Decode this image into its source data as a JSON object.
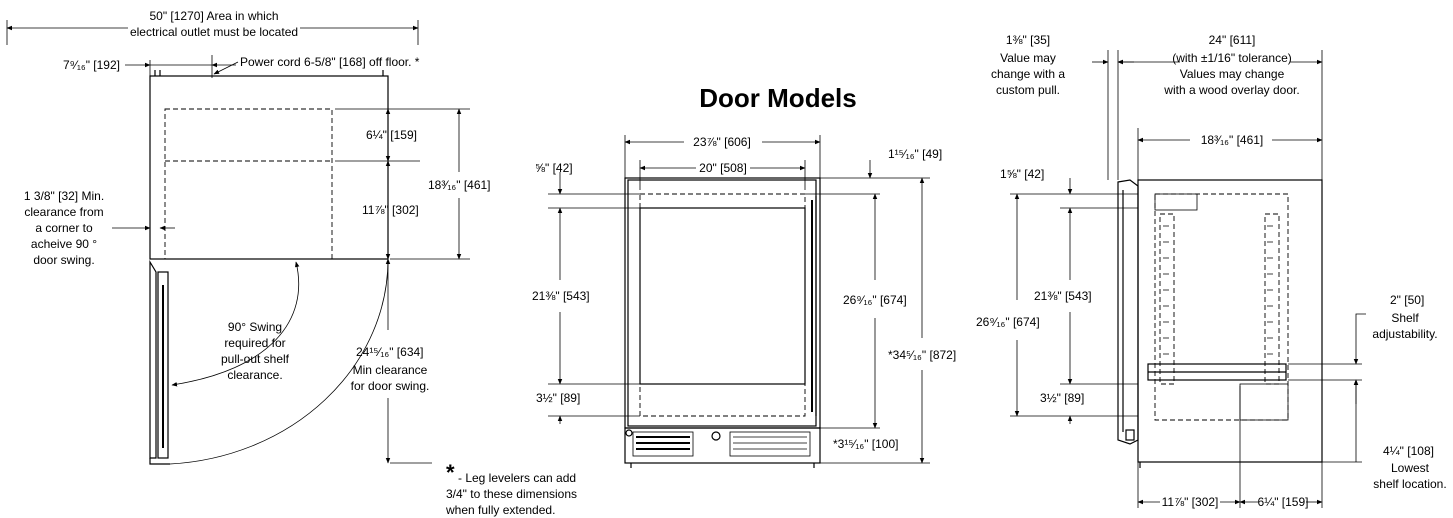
{
  "title": "Door Models",
  "top_view": {
    "outlet_area_line1": "50\" [1270]  Area in which",
    "outlet_area_line2": "electrical outlet must be located",
    "cord_offset": "7⁹⁄₁₆\" [192]",
    "power_cord": "Power cord 6-5/8\" [168] off floor. *",
    "depth_upper": "6¼\" [159]",
    "depth_lower": "11⅞\" [302]",
    "depth_total": "18³⁄₁₆\" [461]",
    "corner_clearance": [
      "1 3/8\" [32] Min.",
      "clearance from",
      "a corner to",
      "acheive 90 °",
      "door swing."
    ],
    "swing_note": [
      "90° Swing",
      "required for",
      "pull-out shelf",
      "clearance."
    ],
    "swing_dim": "24¹⁵⁄₁₆\" [634]",
    "swing_dim_note": [
      "Min clearance",
      "for door swing."
    ]
  },
  "front_view": {
    "overall_width": "23⅞\" [606]",
    "door_width": "20\" [508]",
    "top_gap": "⅝\" [42]",
    "top_right_gap": "1¹⁵⁄₁₆\" [49]",
    "interior_height": "21⅜\" [543]",
    "bottom_gap": "3½\" [89]",
    "door_height": "26⁹⁄₁₆\" [674]",
    "overall_height": "*34⁵⁄₁₆\" [872]",
    "base_height": "*3¹⁵⁄₁₆\" [100]"
  },
  "footnote": {
    "star": "*",
    "lines": [
      "- Leg levelers can add",
      "3/4\" to these dimensions",
      "when fully extended."
    ]
  },
  "side_view": {
    "pull_dim": "1⅜\" [35]",
    "pull_note": [
      "Value may",
      "change with a",
      "custom pull."
    ],
    "overall_depth": "24\" [611]",
    "depth_note": [
      "(with ±1/16\" tolerance)",
      "Values may change",
      "with a wood overlay door."
    ],
    "cabinet_depth": "18³⁄₁₆\" [461]",
    "top_gap": "1⅝\" [42]",
    "interior_height": "21⅜\" [543]",
    "door_height": "26⁹⁄₁₆\" [674]",
    "bottom_gap": "3½\" [89]",
    "shelf_adjust_dim": "2\" [50]",
    "shelf_adjust_note": [
      "Shelf",
      "adjustability."
    ],
    "lowest_shelf_dim": "4¼\" [108]",
    "lowest_shelf_note": [
      "Lowest",
      "shelf location."
    ],
    "bottom_left_dim": "11⅞\" [302]",
    "bottom_right_dim": "6¼\" [159]"
  }
}
